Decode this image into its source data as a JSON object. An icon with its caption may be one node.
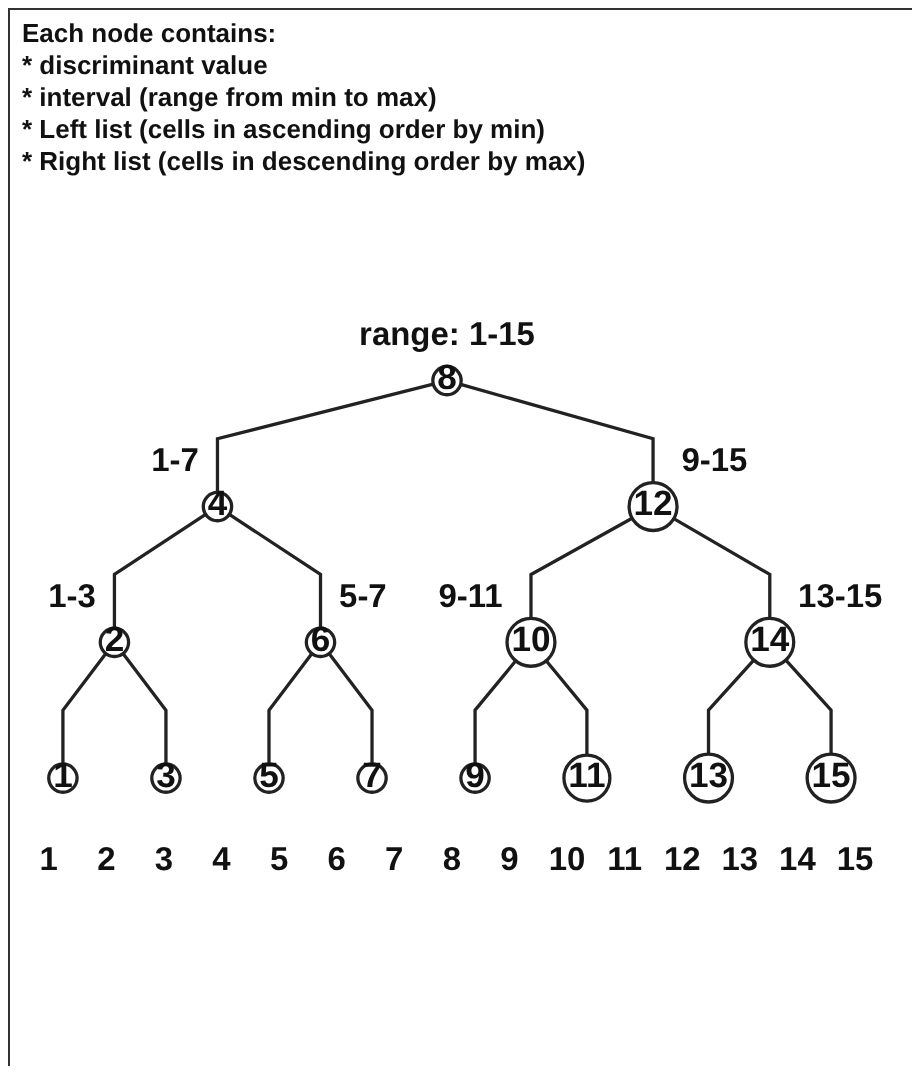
{
  "diagram": {
    "title": "Each node contains:",
    "nodes": [
      {
        "text": [
          "8"
        ],
        "beside": [
          "range: 1-15"
        ]
      },
      {
        "text": [
          "4"
        ],
        "beside": [
          "1-7"
        ]
      },
      {
        "text": [
          "12"
        ],
        "beside": [
          "9-15"
        ]
      },
      {
        "text": [
          "2"
        ],
        "beside": [
          "1-3"
        ]
      },
      {
        "text": [
          "6"
        ],
        "beside": [
          "5-7"
        ]
      },
      {
        "text": [
          "10"
        ],
        "beside": [
          "9-11"
        ]
      },
      {
        "text": [
          "14"
        ],
        "beside": [
          "13-15"
        ]
      },
      {
        "text": [
          "1"
        ]
      },
      {
        "text": [
          "3"
        ]
      },
      {
        "text": [
          "5"
        ]
      },
      {
        "text": [
          "7"
        ]
      },
      {
        "text": [
          "9"
        ]
      },
      {
        "text": [
          "11"
        ]
      },
      {
        "text": [
          "13"
        ]
      },
      {
        "text": [
          "15"
        ]
      }
    ],
    "edges": [
      {
        "from": 0,
        "to": 1,
        "arrow": "none"
      },
      {
        "from": 0,
        "to": 2,
        "arrow": "none"
      },
      {
        "from": 1,
        "to": 3,
        "arrow": "none"
      },
      {
        "from": 1,
        "to": 4,
        "arrow": "none"
      },
      {
        "from": 2,
        "to": 5,
        "arrow": "none"
      },
      {
        "from": 2,
        "to": 6,
        "arrow": "none"
      },
      {
        "from": 3,
        "to": 7,
        "arrow": "none"
      },
      {
        "from": 3,
        "to": 8,
        "arrow": "none"
      },
      {
        "from": 4,
        "to": 9,
        "arrow": "none"
      },
      {
        "from": 4,
        "to": 10,
        "arrow": "none"
      },
      {
        "from": 5,
        "to": 11,
        "arrow": "none"
      },
      {
        "from": 5,
        "to": 12,
        "arrow": "none"
      },
      {
        "from": 6,
        "to": 13,
        "arrow": "none"
      },
      {
        "from": 6,
        "to": 14,
        "arrow": "none"
      }
    ],
    "labels": [
      "* discriminant value",
      "* interval (range from min to max)",
      "* Left list (cells in ascending order by min)",
      "* Right list (cells in descending order by max)",
      "1",
      "2",
      "3",
      "4",
      "5",
      "6",
      "7",
      "8",
      "9",
      "10",
      "11",
      "12",
      "13",
      "14",
      "15"
    ]
  }
}
